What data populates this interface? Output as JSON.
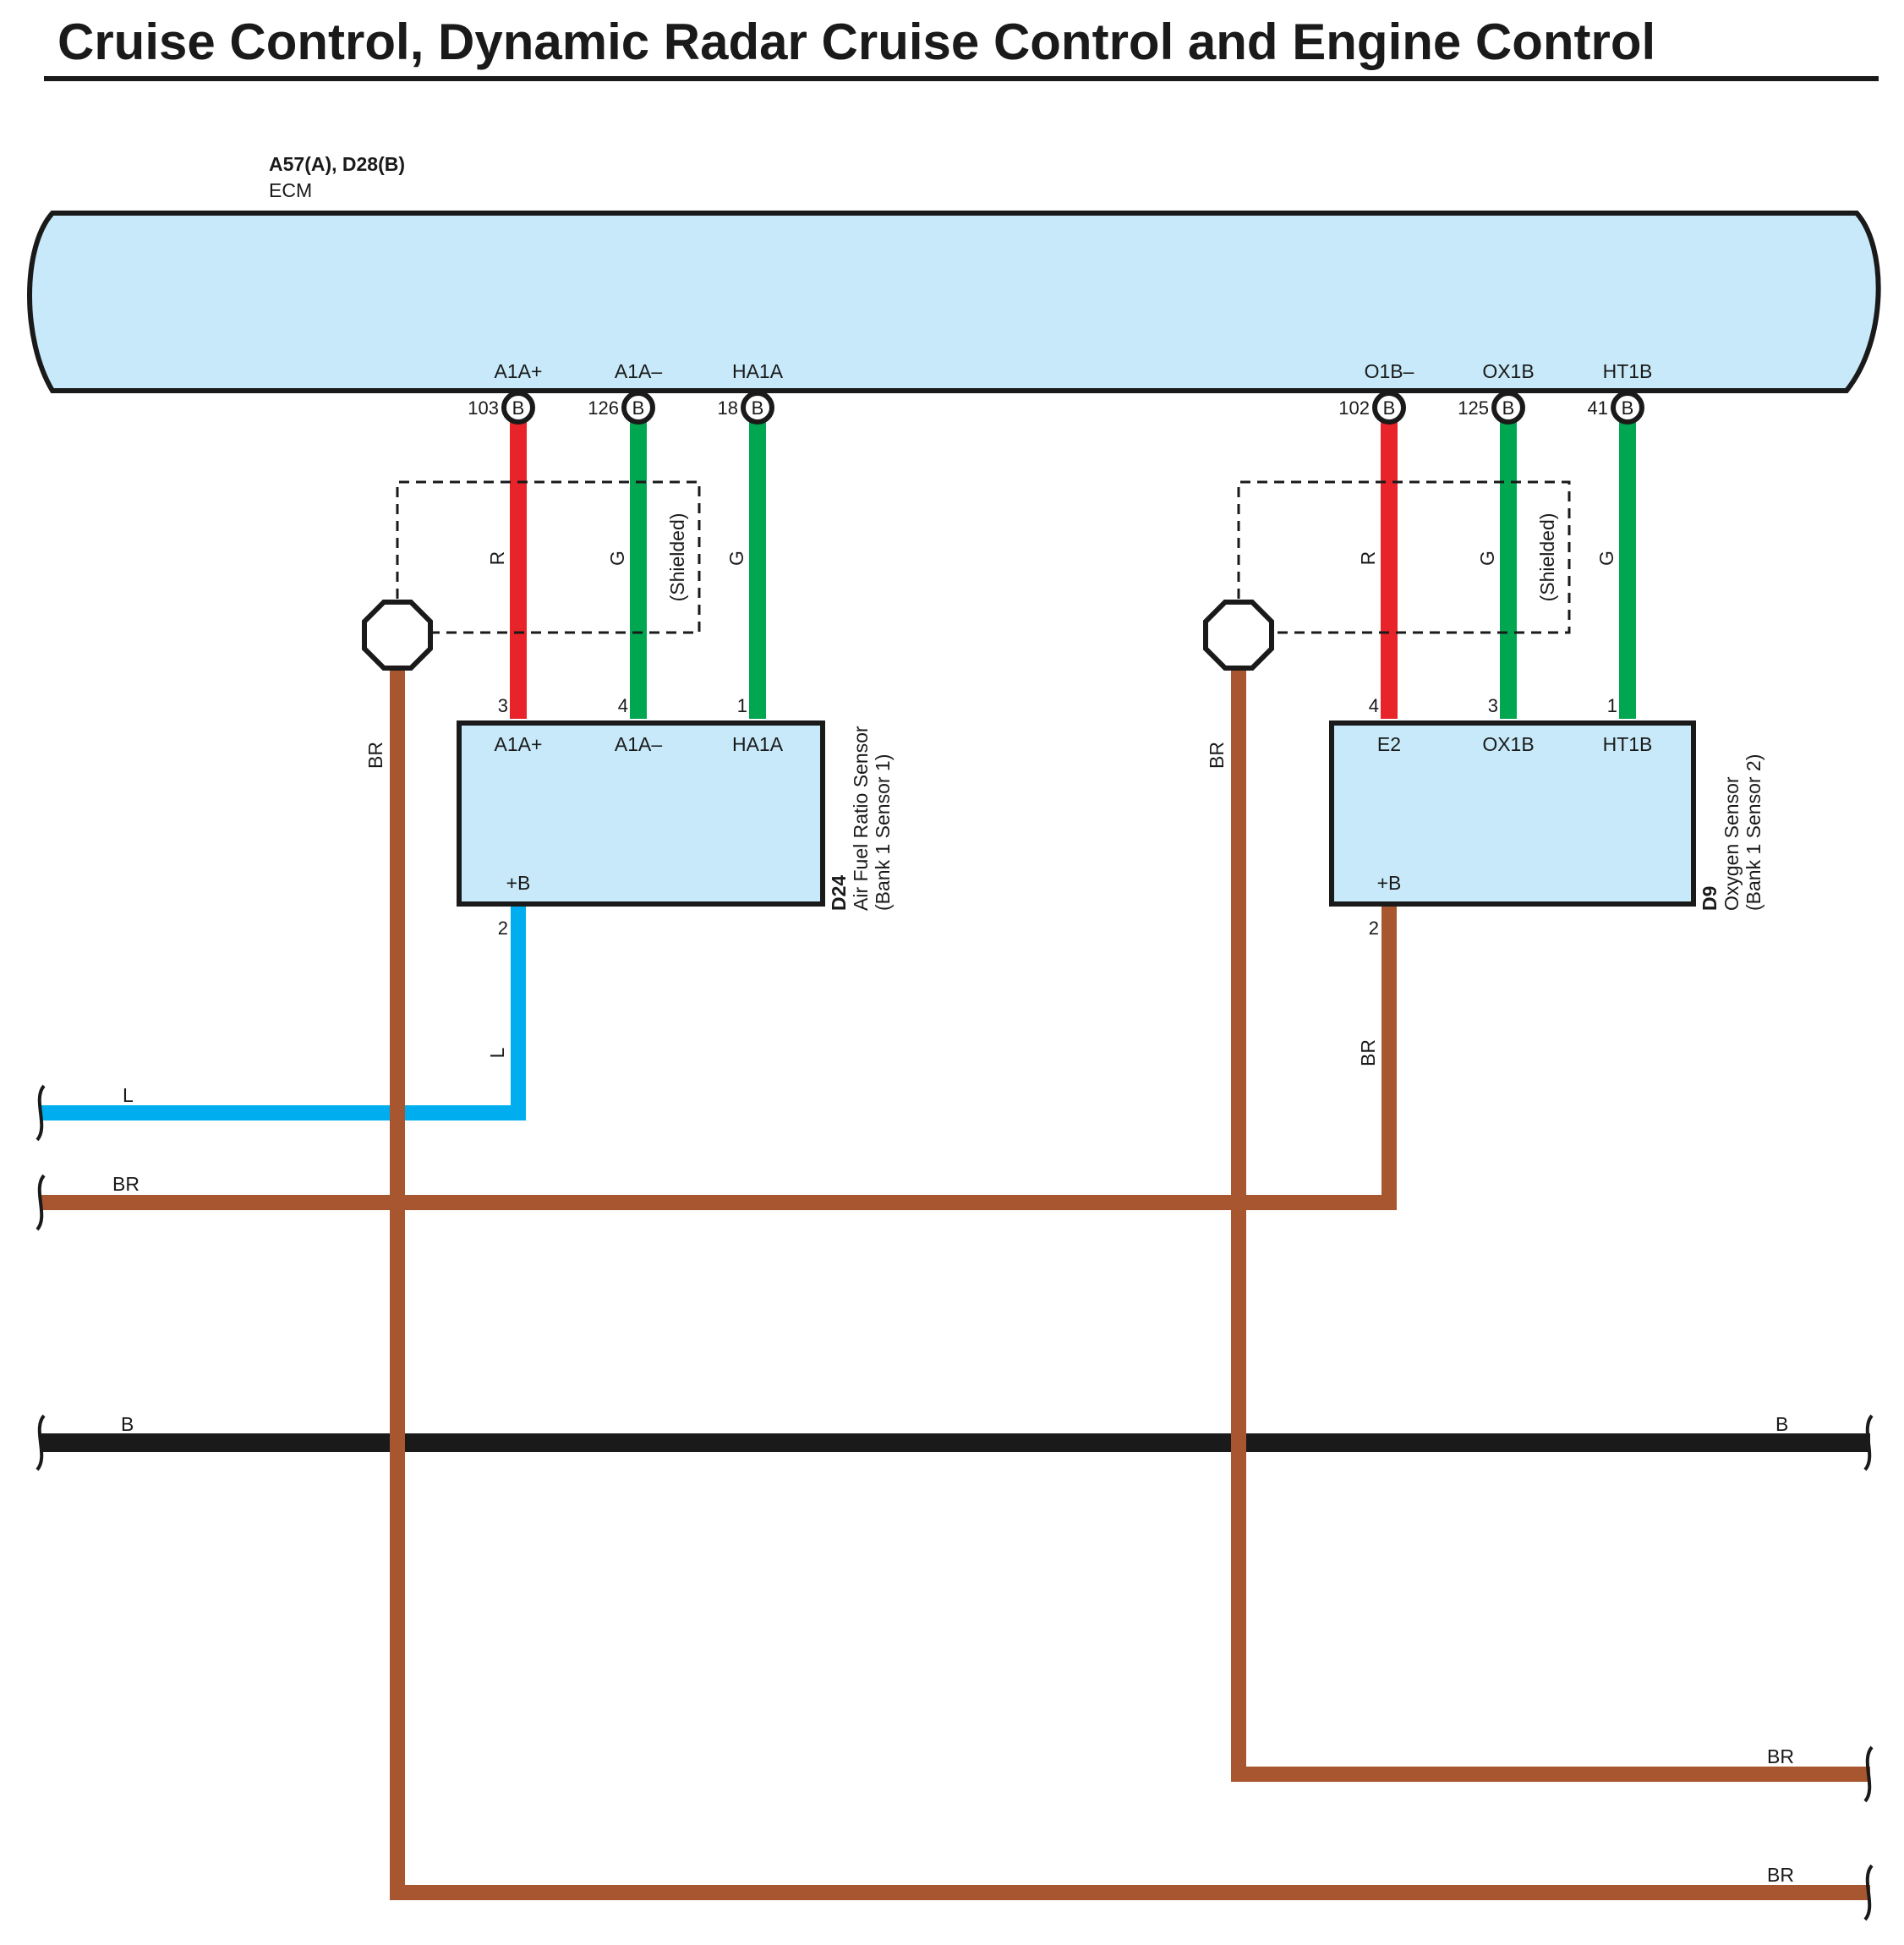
{
  "title": "Cruise Control, Dynamic Radar Cruise Control and Engine Control",
  "colors": {
    "panel_fill": "#c7e9f9",
    "outline": "#1a1a1a",
    "wire_red": "#e8232a",
    "wire_green": "#00a650",
    "wire_blue": "#00aeef",
    "wire_brown": "#a85630",
    "wire_black": "#1a1a1a"
  },
  "ecm": {
    "connectors": "A57(A), D28(B)",
    "name": "ECM",
    "pins_left": [
      {
        "name": "A1A+",
        "number": "103",
        "connector": "B"
      },
      {
        "name": "A1A–",
        "number": "126",
        "connector": "B"
      },
      {
        "name": "HA1A",
        "number": "18",
        "connector": "B"
      }
    ],
    "pins_right": [
      {
        "name": "O1B–",
        "number": "102",
        "connector": "B"
      },
      {
        "name": "OX1B",
        "number": "125",
        "connector": "B"
      },
      {
        "name": "HT1B",
        "number": "41",
        "connector": "B"
      }
    ]
  },
  "sensor1": {
    "code": "D24",
    "name_line1": "Air Fuel Ratio Sensor",
    "name_line2": "(Bank 1 Sensor 1)",
    "pins": [
      {
        "name": "A1A+",
        "number": "3"
      },
      {
        "name": "A1A–",
        "number": "4"
      },
      {
        "name": "HA1A",
        "number": "1"
      }
    ],
    "power_pin": {
      "name": "+B",
      "number": "2"
    }
  },
  "sensor2": {
    "code": "D9",
    "name_line1": "Oxygen Sensor",
    "name_line2": "(Bank 1 Sensor 2)",
    "pins": [
      {
        "name": "E2",
        "number": "4"
      },
      {
        "name": "OX1B",
        "number": "3"
      },
      {
        "name": "HT1B",
        "number": "1"
      }
    ],
    "power_pin": {
      "name": "+B",
      "number": "2"
    }
  },
  "shield_label": "(Shielded)",
  "wire_colors": {
    "sensor1": [
      "R",
      "G",
      "G"
    ],
    "sensor2": [
      "R",
      "G",
      "G"
    ],
    "shield1_ground": "BR",
    "shield2_ground": "BR",
    "sensor1_power": "L",
    "sensor2_power": "BR"
  },
  "bus_labels": {
    "l_left": "L",
    "br_left": "BR",
    "b_left": "B",
    "b_right": "B",
    "br_right_1": "BR",
    "br_right_2": "BR"
  }
}
